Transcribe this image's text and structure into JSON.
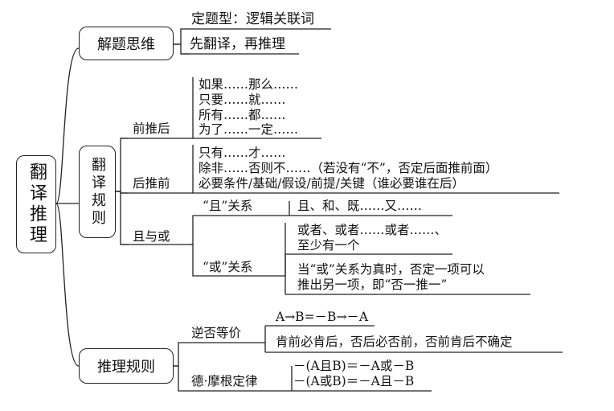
{
  "root": {
    "label": "翻译推理"
  },
  "branches": {
    "method": {
      "label": "解题思维",
      "items": [
        "定题型：逻辑关联词",
        "先翻译，再推理"
      ]
    },
    "translation": {
      "label": "翻译规则",
      "forward": {
        "label": "前推后",
        "lines": [
          "如果……那么……",
          "只要……就……",
          "所有……都……",
          "为了……一定……"
        ]
      },
      "backward": {
        "label": "后推前",
        "lines": [
          "只有……才……",
          "除非……否则不……（若没有“不”，否定后面推前面）",
          "必要条件/基础/假设/前提/关键（谁必要谁在后）"
        ]
      },
      "and_or": {
        "label": "且与或",
        "and_rel": {
          "label": "“且”关系",
          "text": "且、和、既……又……"
        },
        "or_rel": {
          "label": "“或”关系",
          "lines1": [
            "或者、或者……或者……、",
            "至少有一个"
          ],
          "lines2": [
            "当“或”关系为真时，否定一项可以",
            "推出另一项，即“否一推一”"
          ]
        }
      }
    },
    "reasoning": {
      "label": "推理规则",
      "contrapositive": {
        "label": "逆否等价",
        "formula": "A→B=－B→－A",
        "note": "肯前必肯后，否后必否前，否前肯后不确定"
      },
      "demorgan": {
        "label": "德·摩根定律",
        "formulas": [
          "－(A且B)＝－A或－B",
          "－(A或B)＝－A且－B"
        ]
      }
    }
  }
}
